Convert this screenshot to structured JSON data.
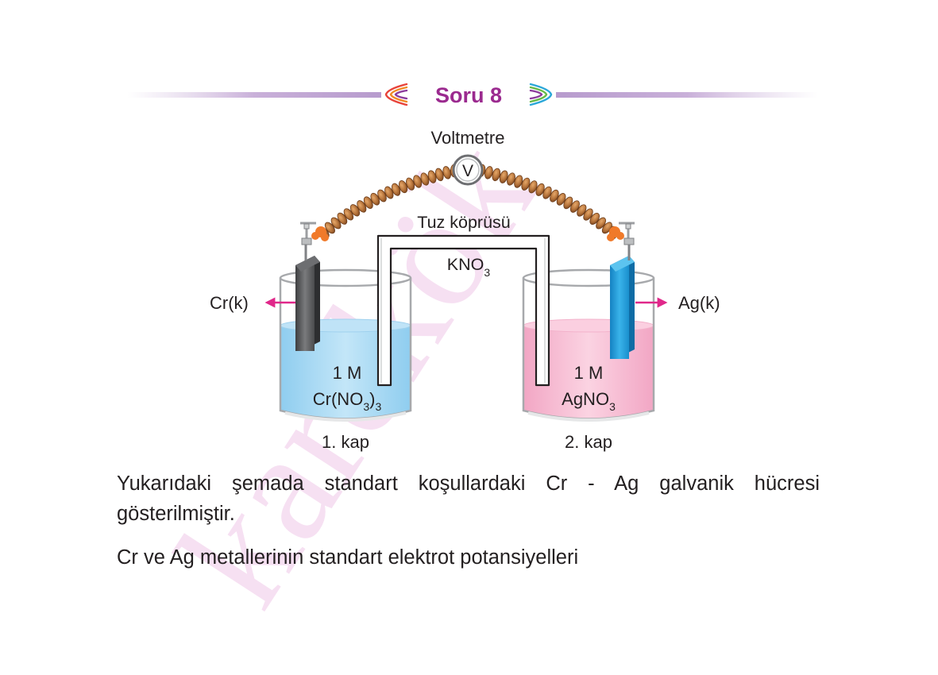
{
  "header": {
    "title": "Soru 8",
    "title_color": "#9b2a8f"
  },
  "diagram": {
    "voltmeter_label": "Voltmetre",
    "voltmeter_symbol": "V",
    "salt_bridge_label": "Tuz köprüsü",
    "salt_bridge_solution": {
      "base": "KNO",
      "sub": "3"
    },
    "left_electrode_label": "Cr(k)",
    "right_electrode_label": "Ag(k)",
    "left_solution": {
      "concentration": "1 M",
      "formula": {
        "a": "Cr(NO",
        "sub1": "3",
        "b": ")",
        "sub2": "3"
      }
    },
    "right_solution": {
      "concentration": "1 M",
      "formula": {
        "a": "AgNO",
        "sub1": "3"
      }
    },
    "left_container_label": "1. kap",
    "right_container_label": "2. kap",
    "colors": {
      "left_solution": "#a9d8f2",
      "right_solution": "#f5b8cf",
      "wire": "#b5733a",
      "clip": "#f07a2a",
      "arrow": "#e0288a",
      "cr_electrode": "#5a5b5d",
      "ag_electrode": "#1d9ad6"
    }
  },
  "watermark": {
    "text": "karekök",
    "color": "#f3d6ee"
  },
  "text": {
    "paragraph1": "Yukarıdaki şemada standart koşullardaki Cr - Ag galvanik hücresi gösterilmiştir.",
    "paragraph2": "Cr ve Ag metallerinin standart elektrot potansiyelleri"
  }
}
